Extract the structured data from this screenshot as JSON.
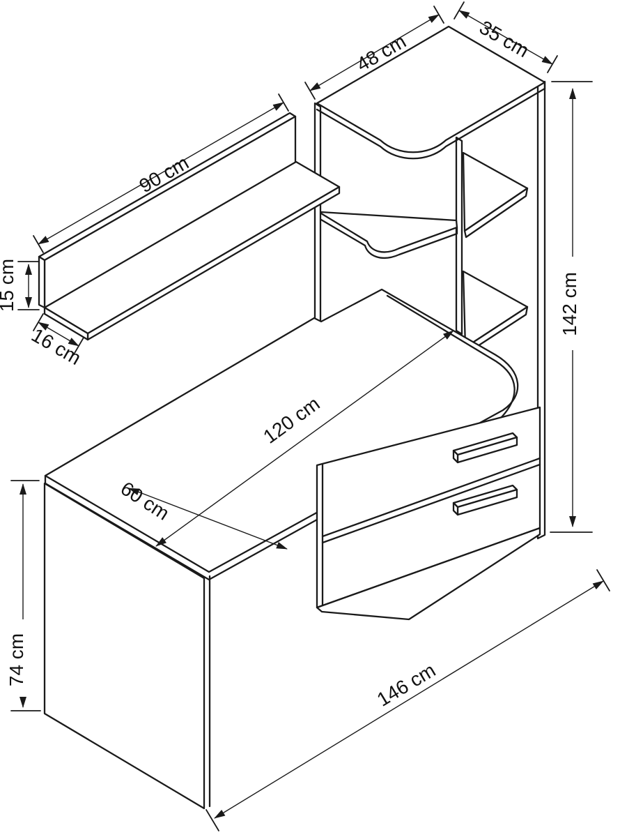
{
  "diagram": {
    "type": "furniture-dimension-drawing",
    "subject": "desk with hutch shelving unit, wall shelf and two drawers",
    "units": "cm",
    "line_color": "#1a1a1a",
    "background_color": "#ffffff",
    "labels": {
      "hutch_top_width": "48 cm",
      "hutch_top_depth": "35 cm",
      "wall_shelf_length": "90 cm",
      "wall_shelf_back_height": "15 cm",
      "wall_shelf_depth": "16 cm",
      "total_height": "142 cm",
      "desktop_length": "120 cm",
      "desk_depth": "60 cm",
      "desk_height": "74 cm",
      "total_width": "146 cm"
    },
    "dimensions_cm": {
      "hutch_top_width": 48,
      "hutch_top_depth": 35,
      "wall_shelf_length": 90,
      "wall_shelf_back_height": 15,
      "wall_shelf_depth": 16,
      "total_height": 142,
      "desktop_length": 120,
      "desk_depth": 60,
      "desk_height": 74,
      "total_width": 146
    }
  }
}
